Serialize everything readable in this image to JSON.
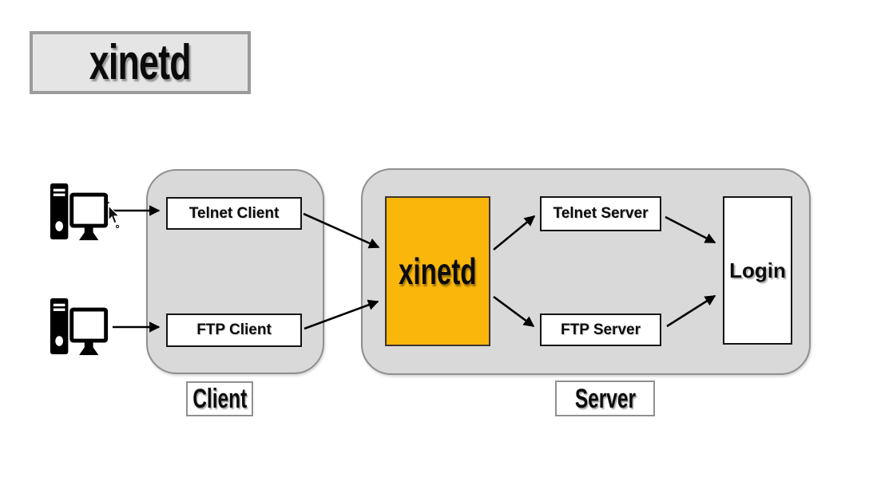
{
  "title_box": {
    "text": "xinetd"
  },
  "groups": {
    "client": {
      "label": "Client",
      "nodes": {
        "telnet_client": "Telnet Client",
        "ftp_client": "FTP Client"
      }
    },
    "server": {
      "label": "Server",
      "nodes": {
        "xinetd": "xinetd",
        "telnet_server": "Telnet Server",
        "ftp_server": "FTP Server",
        "login": "Login"
      }
    }
  },
  "icons": {
    "computer_1": "desktop-computer-icon",
    "computer_2": "desktop-computer-icon",
    "cursor": "mouse-cursor-click-icon"
  },
  "colors": {
    "xinetd_fill": "#FBB60B",
    "group_fill": "#D9D9D9",
    "group_border": "#8F8F8F",
    "node_border": "#141414",
    "arrow": "#000000",
    "title_fill": "#E5E5E5",
    "title_border": "#9B9B9B"
  }
}
